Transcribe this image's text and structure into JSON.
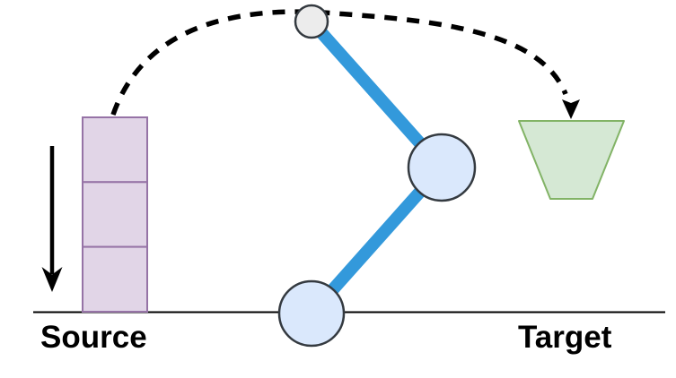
{
  "diagram": {
    "type": "robot-arm-pick-and-place",
    "labels": {
      "source": "Source",
      "target": "Target"
    },
    "colors": {
      "background": "#ffffff",
      "tower_fill": "#e1d5e7",
      "tower_stroke": "#9673a6",
      "bin_fill": "#d5e8d4",
      "bin_stroke": "#82b366",
      "link_color": "#3399db",
      "joint_fill": "#dae8fc",
      "joint_stroke": "#343a40",
      "effector_fill": "#ececec",
      "effector_stroke": "#343a40",
      "arrow_color": "#000000",
      "ground_color": "#000000",
      "trajectory_color": "#000000",
      "label_color": "#000000"
    },
    "elements": {
      "source_stack_blocks": 3,
      "arm_joints": 2,
      "trajectory_style": "dashed-arc"
    }
  }
}
